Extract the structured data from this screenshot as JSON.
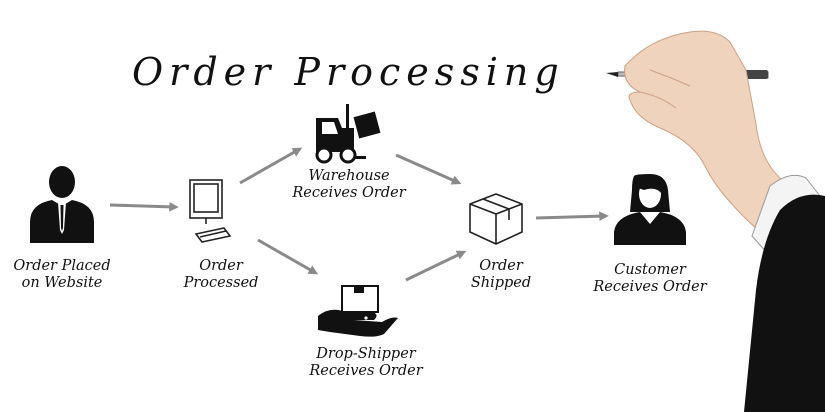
{
  "title": "Order Processing",
  "colors": {
    "ink": "#111111",
    "arrow": "#8a8a8a",
    "suit": "#111111"
  },
  "nodes": [
    {
      "id": "order-placed",
      "icon": "businessman-icon",
      "line1": "Order Placed",
      "line2": "on Website"
    },
    {
      "id": "order-processed",
      "icon": "computer-icon",
      "line1": "Order",
      "line2": "Processed"
    },
    {
      "id": "warehouse",
      "icon": "forklift-icon",
      "line1": "Warehouse",
      "line2": "Receives Order"
    },
    {
      "id": "drop-shipper",
      "icon": "hand-box-icon",
      "line1": "Drop-Shipper",
      "line2": "Receives Order"
    },
    {
      "id": "order-shipped",
      "icon": "box-icon",
      "line1": "Order",
      "line2": "Shipped"
    },
    {
      "id": "customer",
      "icon": "woman-icon",
      "line1": "Customer",
      "line2": "Receives Order"
    }
  ],
  "edges": [
    {
      "from": "order-placed",
      "to": "order-processed"
    },
    {
      "from": "order-processed",
      "to": "warehouse"
    },
    {
      "from": "order-processed",
      "to": "drop-shipper"
    },
    {
      "from": "warehouse",
      "to": "order-shipped"
    },
    {
      "from": "drop-shipper",
      "to": "order-shipped"
    },
    {
      "from": "order-shipped",
      "to": "customer"
    }
  ]
}
